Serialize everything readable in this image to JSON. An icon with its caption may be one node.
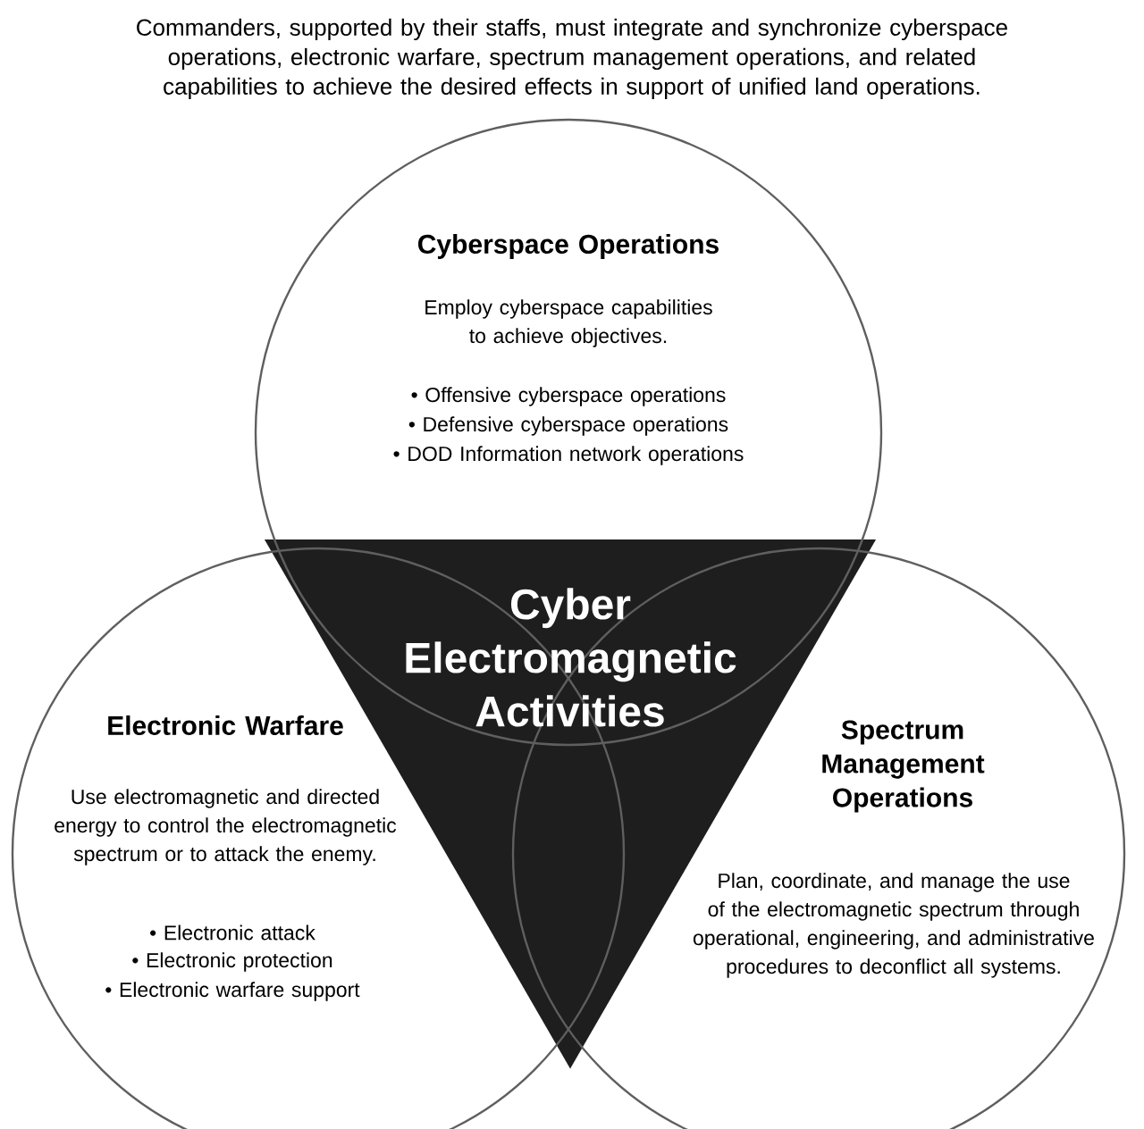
{
  "diagram": {
    "title": "Commanders, supported by their staffs, must integrate and synchronize cyberspace operations, electronic warfare, spectrum management operations, and related capabilities to achieve the desired effects in support of unified land operations.",
    "nodes": [
      {
        "text": [
          "Cyberspace Operations",
          "Employ cyberspace capabilities to achieve objectives.",
          "• Offensive cyberspace operations",
          "• Defensive cyberspace operations",
          "• DOD Information network operations"
        ]
      },
      {
        "text": [
          "Electronic Warfare",
          "Use electromagnetic and directed energy to control the electromagnetic spectrum or to attack the enemy.",
          "• Electronic attack",
          "• Electronic protection",
          "• Electronic warfare support"
        ]
      },
      {
        "text": [
          "Spectrum Management Operations",
          "Plan, coordinate, and manage the use of the electromagnetic spectrum through operational, engineering, and administrative procedures to deconflict all systems."
        ]
      },
      {
        "text": [
          "Cyber Electromagnetic Activities"
        ]
      }
    ],
    "edges": []
  }
}
